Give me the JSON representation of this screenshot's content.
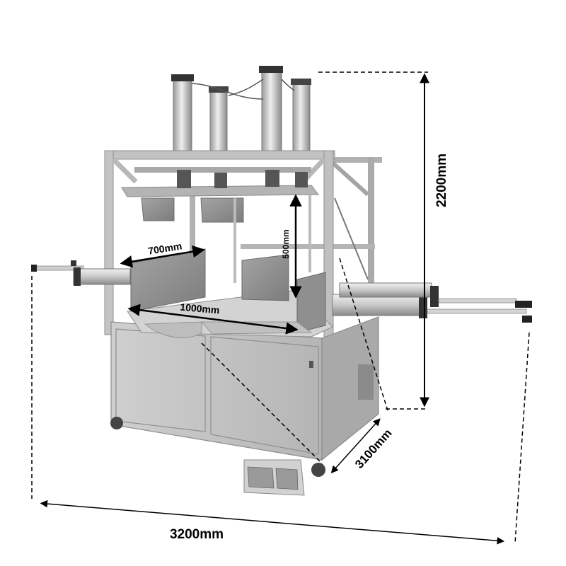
{
  "dimensions": {
    "overall_width": "3200mm",
    "overall_height": "2200mm",
    "overall_depth": "3100mm",
    "table_width": "1000mm",
    "table_depth": "700mm",
    "stroke_height": "500mm"
  },
  "colors": {
    "frame": "#b9b9b9",
    "frame_dark": "#8e8e8e",
    "cabinet": "#c9c9c9",
    "cabinet_dark": "#a9a9a9",
    "plate": "#9a9a9a",
    "cylinder": "#d8d8d8",
    "dimension_line": "#000000"
  }
}
